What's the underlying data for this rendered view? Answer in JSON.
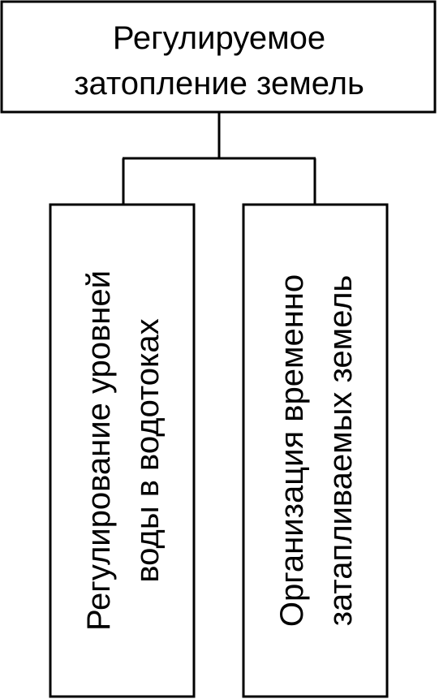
{
  "root": {
    "lines": [
      "Регулируемое",
      "затопление земель"
    ]
  },
  "children": [
    {
      "lines": [
        "Регулирование уровней",
        "воды в водотоках"
      ]
    },
    {
      "lines": [
        "Организация временно",
        "затапливаемых земель"
      ]
    }
  ],
  "colors": {
    "stroke": "#000000",
    "fill": "#ffffff",
    "text": "#000000"
  }
}
